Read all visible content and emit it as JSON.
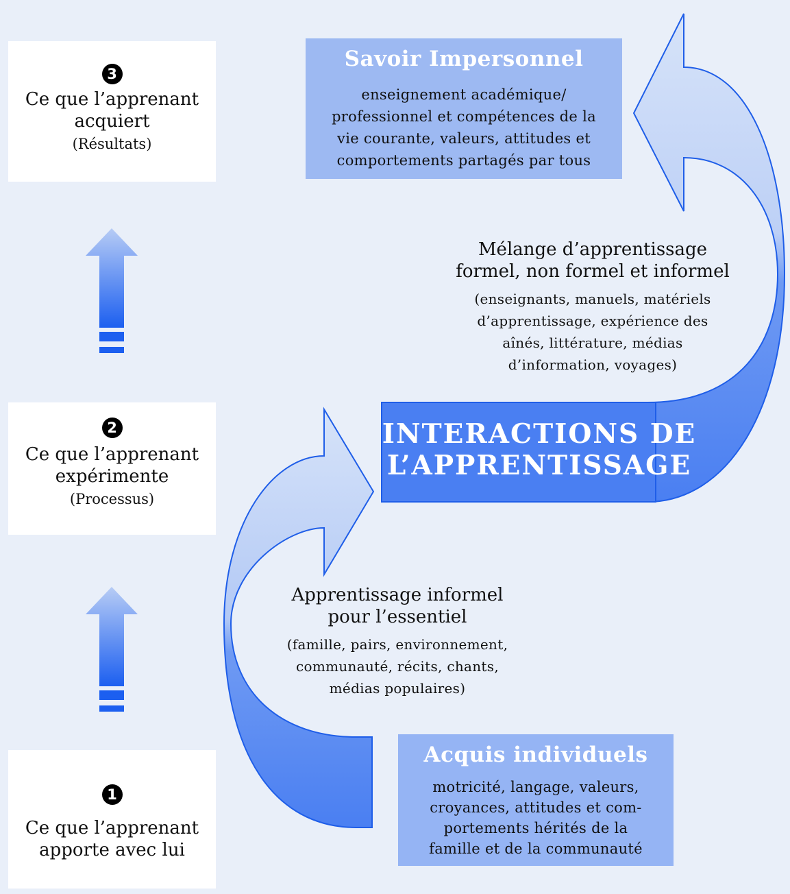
{
  "steps": [
    {
      "number": "3",
      "line1": "Ce que l’apprenant",
      "line2": "acquiert",
      "sub": "(Résultats)"
    },
    {
      "number": "2",
      "line1": "Ce que l’apprenant",
      "line2": "expérimente",
      "sub": "(Processus)"
    },
    {
      "number": "1",
      "line1": "Ce que l’apprenant",
      "line2": "apporte avec lui"
    }
  ],
  "savoir": {
    "title": "Savoir Impersonnel",
    "lines": [
      "enseignement académique/",
      "professionnel et compétences de la",
      "vie courante, valeurs, attitudes et",
      "comportements partagés par tous"
    ]
  },
  "acquis": {
    "title": "Acquis individuels",
    "lines": [
      "motricité, langage, valeurs,",
      "croyances, attitudes et com-",
      "portements hérités de la",
      "famille et de la communauté"
    ]
  },
  "interactions": {
    "line1": "INTERACTIONS DE",
    "line2": "L’APPRENTISSAGE"
  },
  "melange": {
    "lines": [
      "Mélange d’apprentissage",
      "formel, non formel et informel"
    ],
    "detail": [
      "(enseignants, manuels, matériels",
      "d’apprentissage, expérience des",
      "aînés, littérature, médias",
      "d’information, voyages)"
    ]
  },
  "informel": {
    "lines": [
      "Apprentissage informel",
      "pour l’essentiel"
    ],
    "detail": [
      "(famille, pairs, environnement,",
      "communauté, récits, chants,",
      "médias populaires)"
    ]
  },
  "colors": {
    "background": "#e9eff9",
    "savoir_panel": "#9db9f2",
    "acquis_panel": "#95b4f4",
    "arrow_dark": "#4a7ff2",
    "arrow_light": "#d3e1f8",
    "arrow_outline": "#1f5ee8"
  }
}
